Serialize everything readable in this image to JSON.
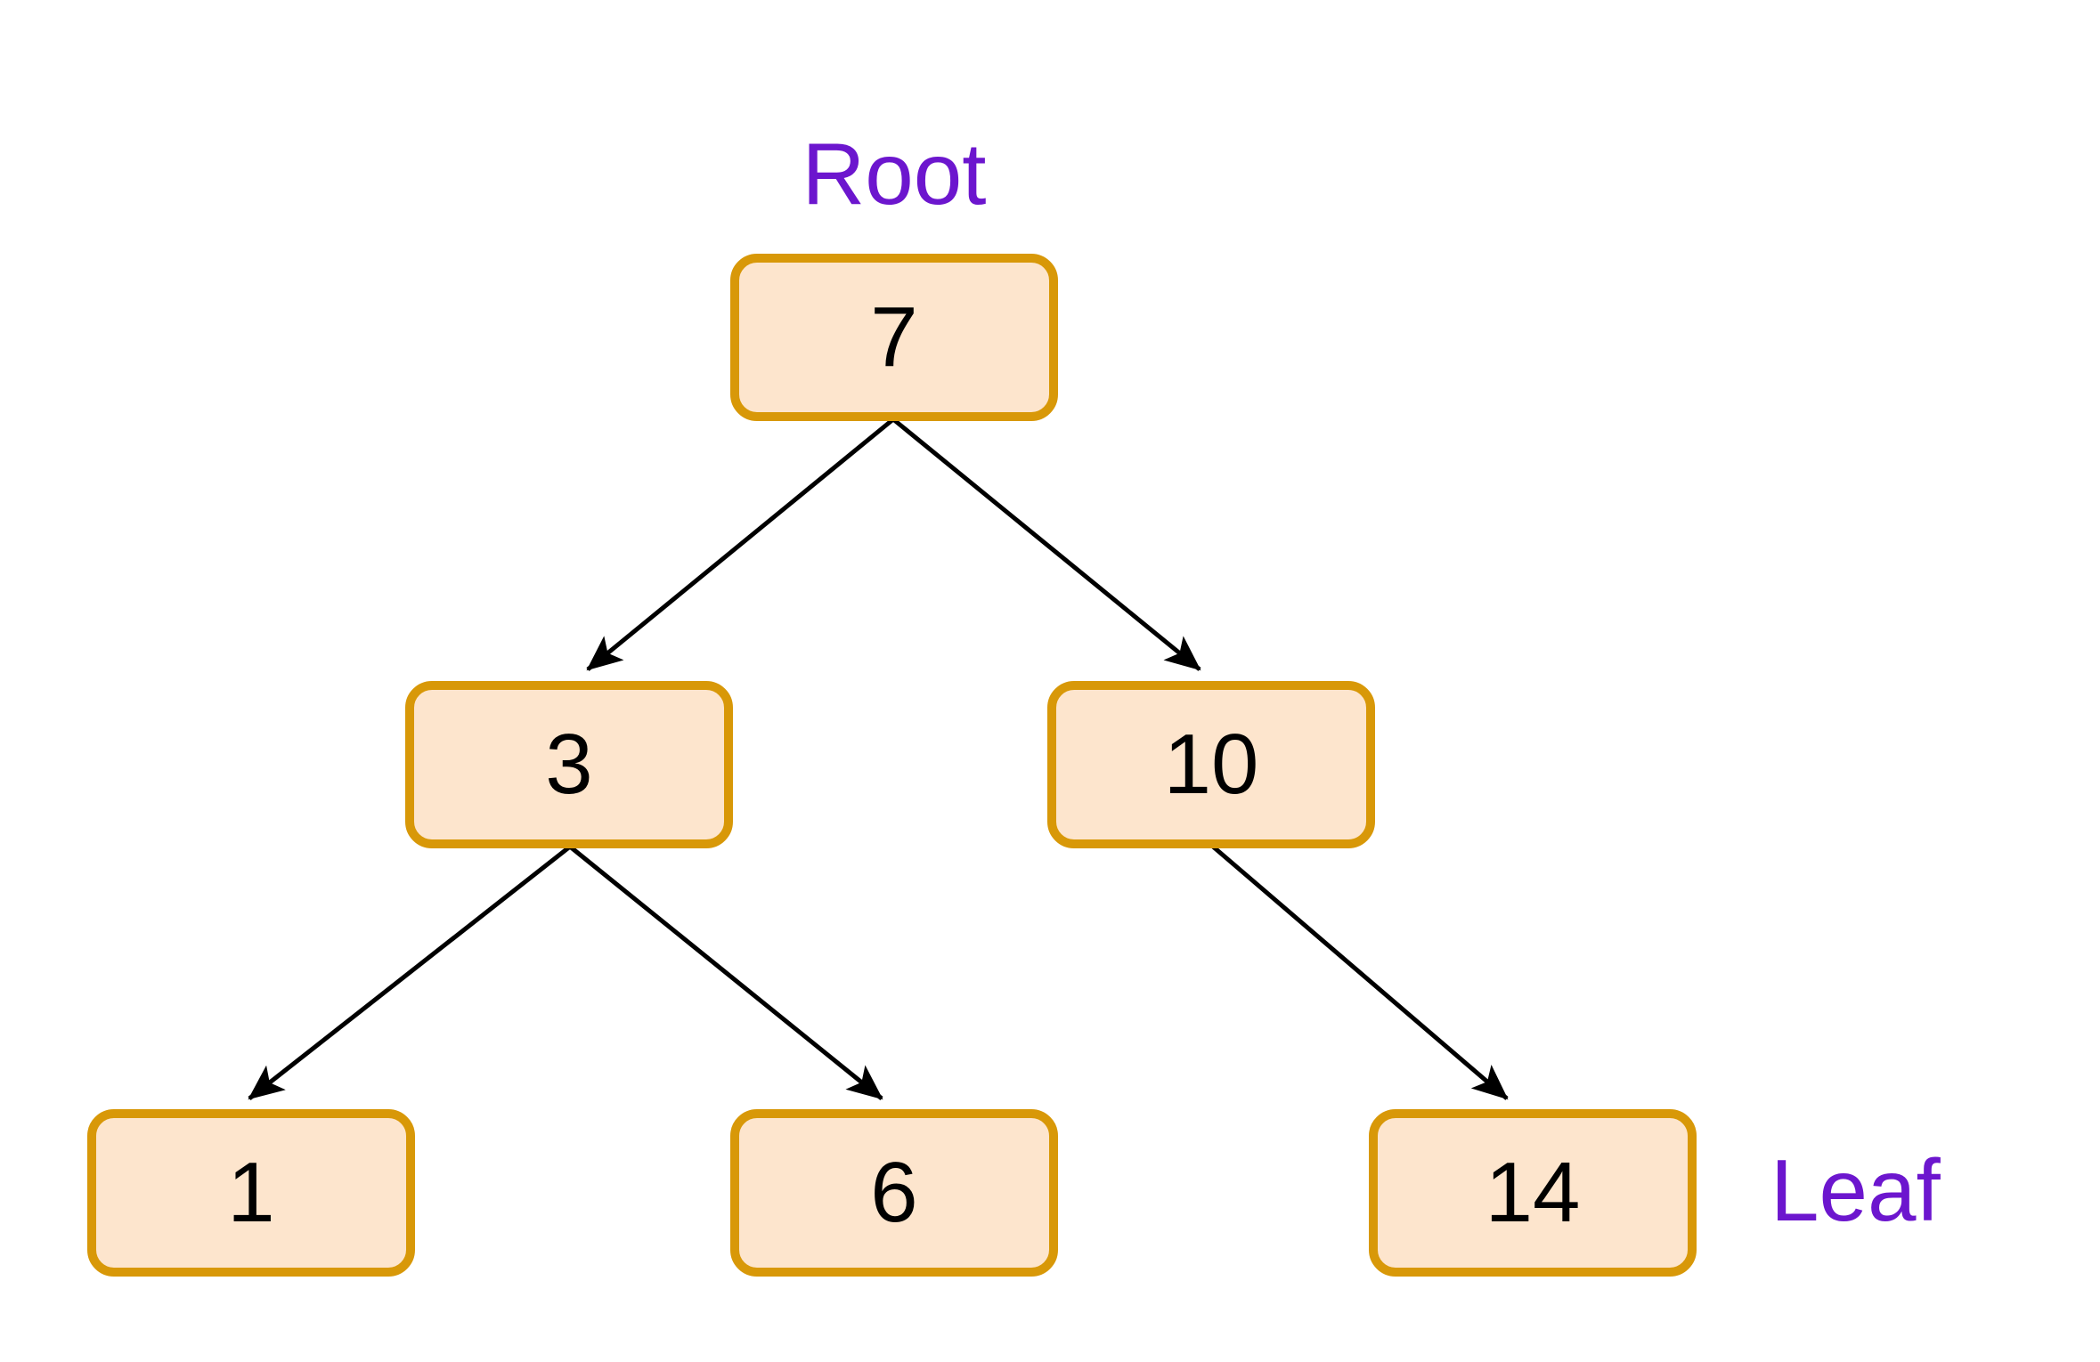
{
  "diagram": {
    "type": "binary-search-tree",
    "labels": {
      "root": "Root",
      "leaf": "Leaf"
    },
    "nodes": [
      {
        "id": "7",
        "value": "7",
        "role": "root",
        "row": 0
      },
      {
        "id": "3",
        "value": "3",
        "role": "internal",
        "row": 1
      },
      {
        "id": "10",
        "value": "10",
        "role": "internal",
        "row": 1
      },
      {
        "id": "1",
        "value": "1",
        "role": "leaf",
        "row": 2
      },
      {
        "id": "6",
        "value": "6",
        "role": "leaf",
        "row": 2
      },
      {
        "id": "14",
        "value": "14",
        "role": "leaf",
        "row": 2
      }
    ],
    "edges": [
      {
        "from": "7",
        "to": "3"
      },
      {
        "from": "7",
        "to": "10"
      },
      {
        "from": "3",
        "to": "1"
      },
      {
        "from": "3",
        "to": "6"
      },
      {
        "from": "10",
        "to": "14"
      }
    ],
    "colors": {
      "background": "#FFFFFF",
      "node_fill": "#FDE5CD",
      "node_border": "#D89808",
      "node_text": "#000000",
      "annotation_text": "#6C16CE",
      "edge": "#000000"
    }
  }
}
